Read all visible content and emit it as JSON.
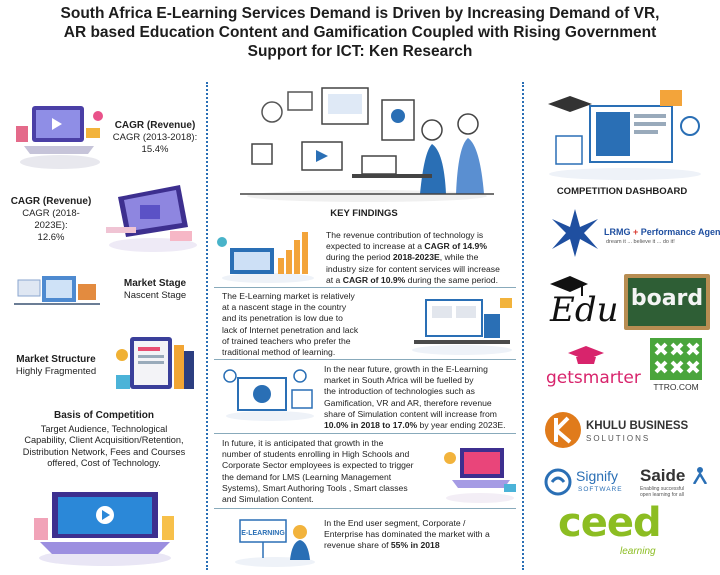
{
  "title": {
    "line1": "South Africa E-Learning Services Demand is Driven by Increasing Demand of VR,",
    "line2": "AR based Education Content and Gamification Coupled with Rising Government",
    "line3": "Support for ICT: Ken Research"
  },
  "left": {
    "cagr1": {
      "heading": "CAGR (Revenue)",
      "l1": "CAGR (2013-2018):",
      "l2": "15.4%"
    },
    "cagr2": {
      "heading": "CAGR (Revenue)",
      "l1": "CAGR (2018-2023E):",
      "l2": "12.6%"
    },
    "stage": {
      "heading": "Market Stage",
      "value": "Nascent Stage"
    },
    "structure": {
      "heading": "Market Structure",
      "value": "Highly Fragmented"
    },
    "competition": {
      "heading": "Basis of Competition",
      "l1": "Target Audience, Technological",
      "l2": "Capability, Client Acquisition/Retention,",
      "l3": "Distribution Network, Fees and Courses",
      "l4": "offered, Cost of Technology."
    }
  },
  "middle": {
    "heading": "KEY FINDINGS",
    "elearning_sign": "E-LEARNING",
    "f1": {
      "a": "The revenue contribution of technology is",
      "b": "expected to increase at a ",
      "b_bold": "CAGR of 14.9%",
      "c": "during the period ",
      "c_bold": "2018-2023E",
      "c2": ", while the",
      "d": "industry size for content services will increase",
      "e": "at a ",
      "e_bold": "CAGR of 10.9%",
      "e2": " during the same period."
    },
    "f2": {
      "l1": "The E-Learning market is relatively",
      "l2": "at a nascent stage in the country",
      "l3": "and its penetration is low due to",
      "l4": "lack of Internet penetration and lack",
      "l5": "of trained teachers who prefer the",
      "l6": "traditional method of learning."
    },
    "f3": {
      "l1": "In the near future, growth in the E-Learning",
      "l2": "market in South Africa will be fuelled by",
      "l3": "the introduction of technologies such as",
      "l4": "Gamification, VR and AR, therefore revenue",
      "l5": "share of Simulation content will increase from",
      "l6_bold1": "10.0% in 2018 to 17.0%",
      "l6": " by year ending 2023E."
    },
    "f4": {
      "l1": "In future, it is anticipated that growth in the",
      "l2": "number of students enrolling in High Schools and",
      "l3": "Corporate Sector employees is expected to trigger",
      "l4": "the demand for LMS (Learning Management",
      "l5": "Systems), Smart  Authoring Tools , Smart classes",
      "l6": "and  Simulation Content."
    },
    "f5": {
      "l1": "In the End user segment, Corporate /",
      "l2": "Enterprise has dominated the market with a",
      "l3": "revenue share of ",
      "l3_bold": "55% in 2018"
    }
  },
  "right": {
    "dashboard": "COMPETITION DASHBOARD",
    "logos": {
      "lrmg": "LRMG",
      "lrmg2": "Performance Agency",
      "lrmg_tag": "dream it ... believe it ... do it!",
      "edu": "Edu",
      "board": "board",
      "getsmarter": "getsmarter",
      "ttro": "TTRO.COM",
      "khulu1": "KHULU BUSINESS",
      "khulu2": "SOLUTIONS",
      "signify": "Signify",
      "signify_sub": "SOFTWARE",
      "saide": "Saide",
      "saide_sub1": "Enabling successful",
      "saide_sub2": "open learning for all",
      "ceed": "ceed",
      "ceed_sub": "learning"
    }
  },
  "colors": {
    "accent": "#2a6fb5",
    "lrmg": "#1f4fa0",
    "board": "#2e5e35",
    "getsmarter": "#d8246c",
    "ttro": "#4aa53c",
    "khulu": "#e07b1b",
    "ceed": "#8cbd22"
  }
}
